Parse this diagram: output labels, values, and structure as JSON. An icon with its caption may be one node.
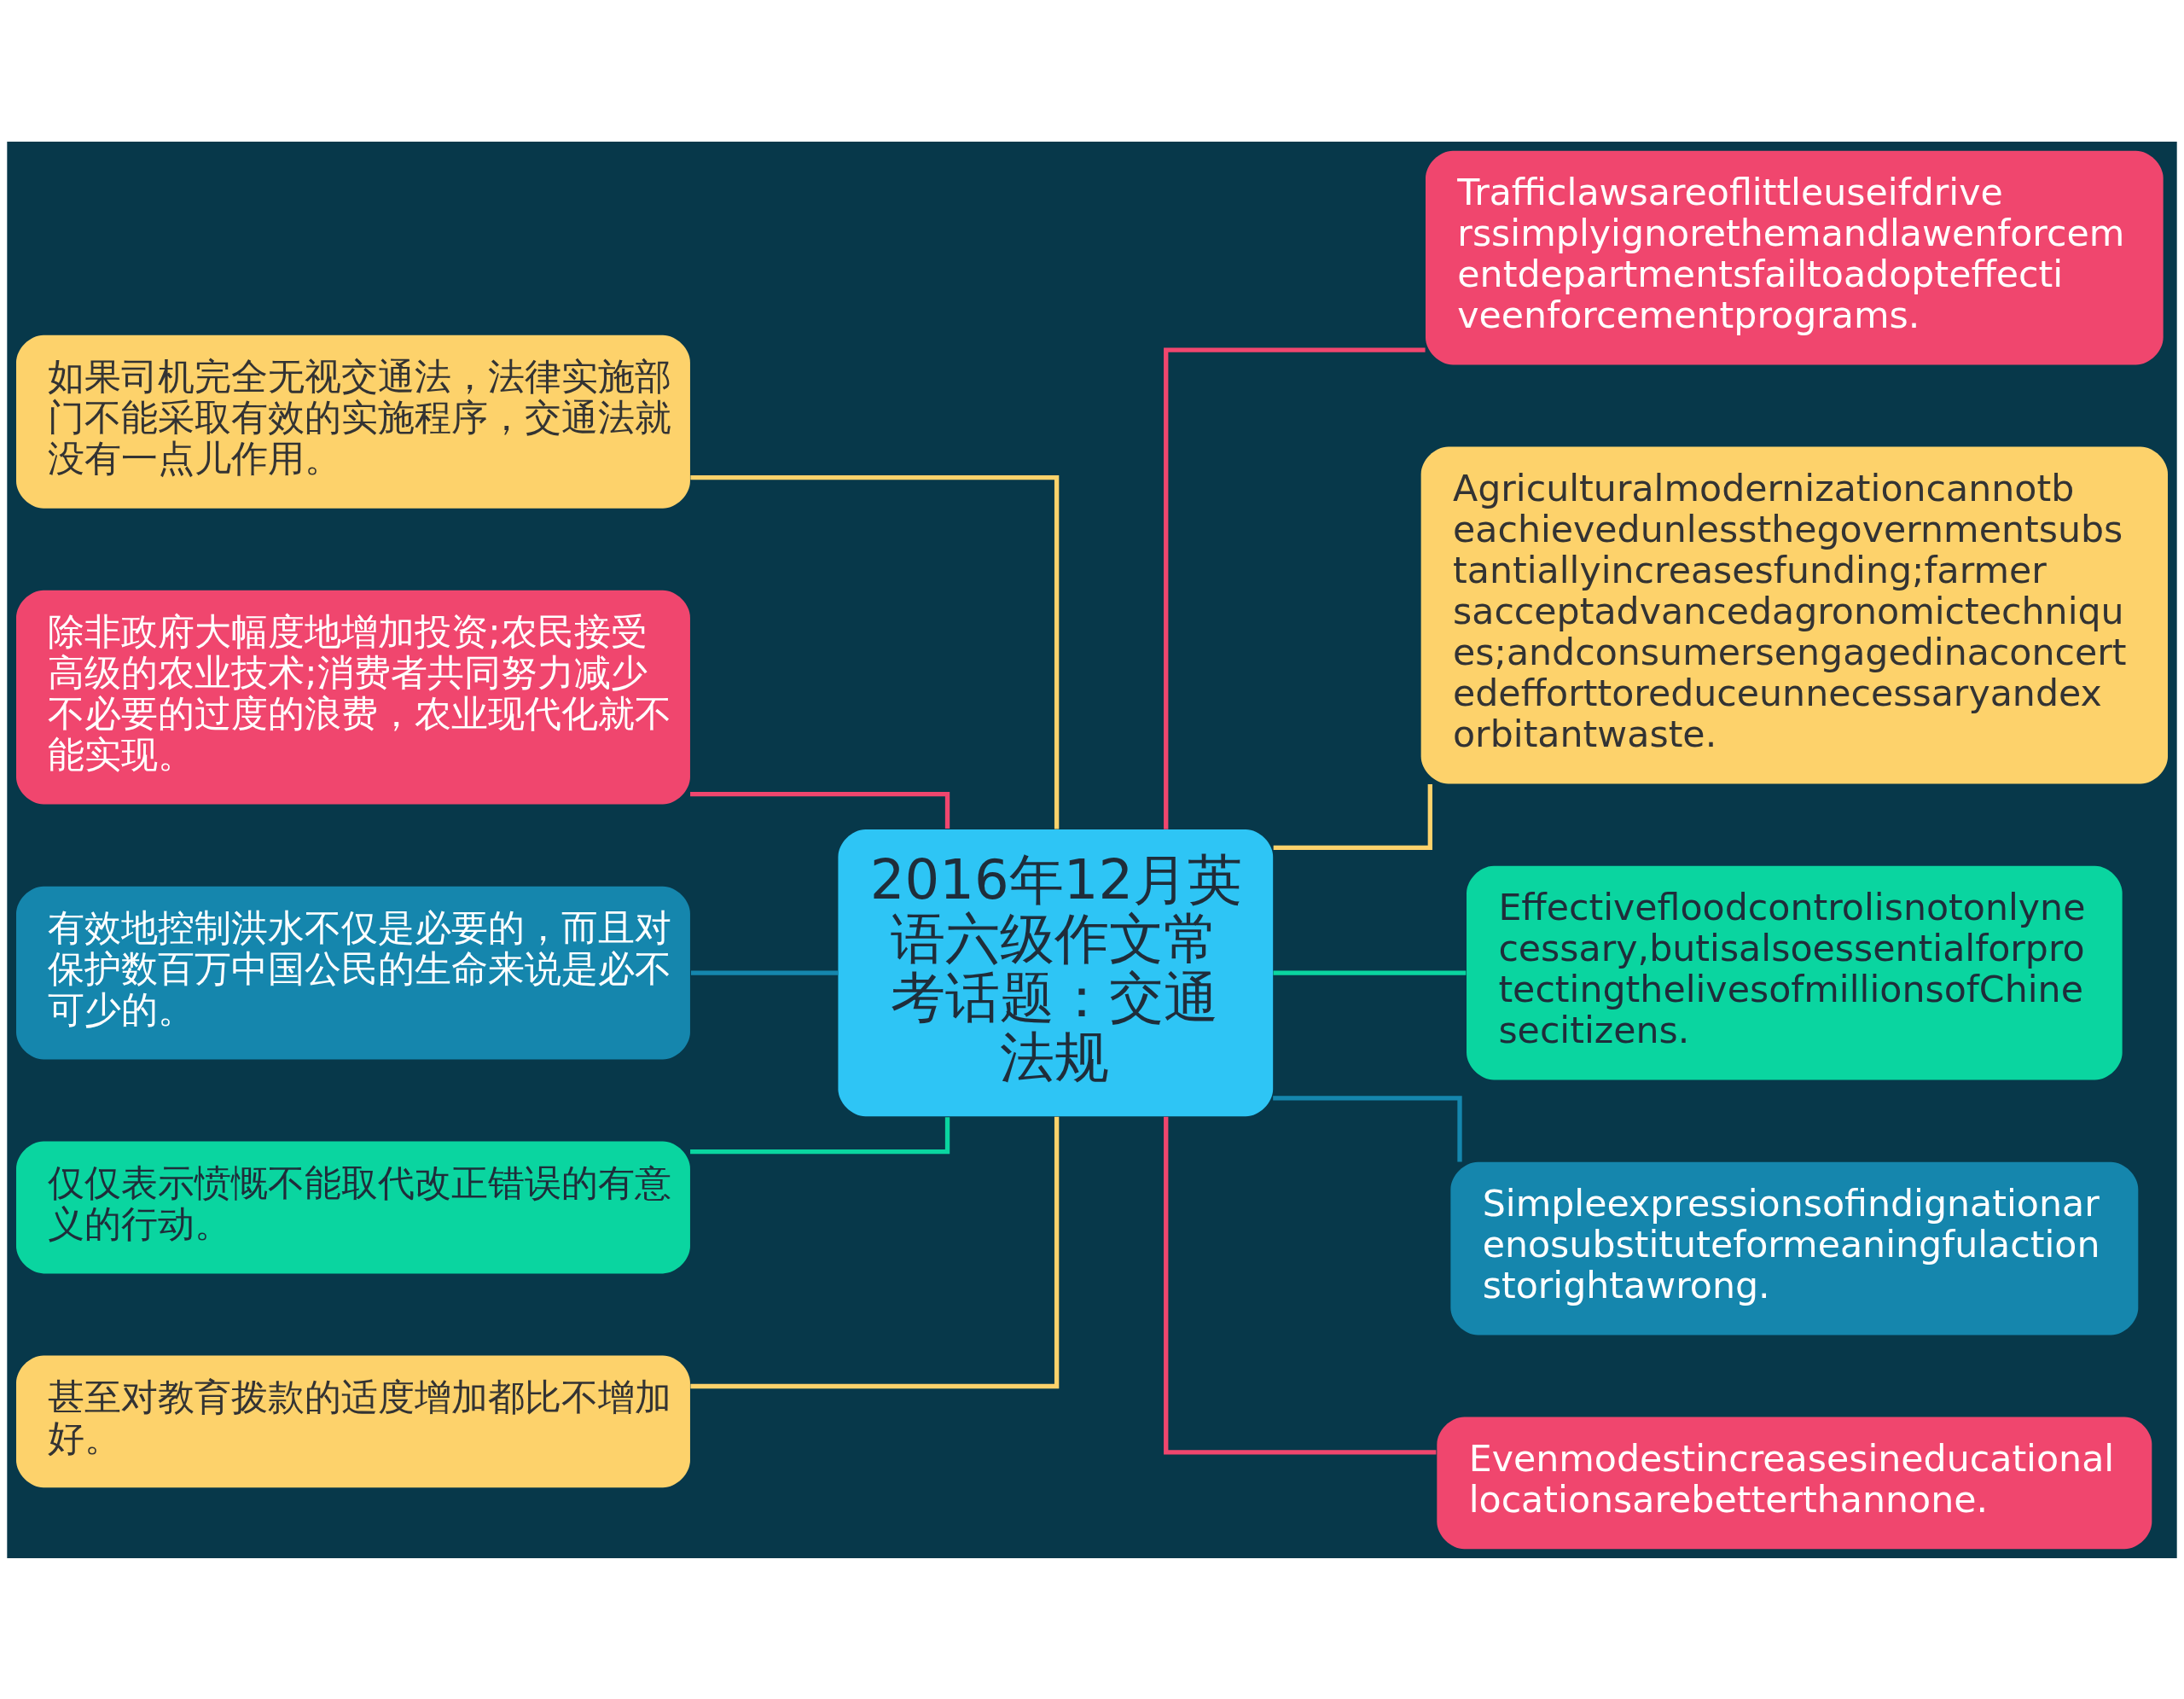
{
  "diagram": {
    "nodes": [
      {
        "text": [
          "2016年12月英语六级作文常考话题：交通法规"
        ]
      },
      {
        "text": [
          "如果司机完全无视交通法，法律实施部门不能采取有效的实施程序，交通法就没有一点儿作用。"
        ]
      },
      {
        "text": [
          "除非政府大幅度地增加投资;农民接受高级的农业技术;消费者共同努力减少不必要的过度的浪费，农业现代化就不能实现。"
        ]
      },
      {
        "text": [
          "有效地控制洪水不仅是必要的，而且对保护数百万中国公民的生命来说是必不可少的。"
        ]
      },
      {
        "text": [
          "仅仅表示愤慨不能取代改正错误的有意义的行动。"
        ]
      },
      {
        "text": [
          "甚至对教育拨款的适度增加都比不增加好。"
        ]
      },
      {
        "text": [
          "Trafficlawsareoflittleuseifdriverssimplyignorethemandlawenforcementdepartmentsfailtoadopteffectiveenforcementprograms."
        ]
      },
      {
        "text": [
          "Agriculturalmodernizationcannotbeachievedunlessthegovernmentsubstantiallyincreasesfunding;farmersacceptadvancedagronomictechniques;andconsumersengagedinaconcertedefforttoreduceunnecessaryandexorbitantwaste."
        ]
      },
      {
        "text": [
          "Effectivefloodcontrolisnotonlynecessary,butisalsoessentialforprotectingthelivesofmillionsofChinesecitizens."
        ]
      },
      {
        "text": [
          "Simpleexpressionsofindignationarenosubstituteformeaningfulactionstorightawrong."
        ]
      },
      {
        "text": [
          "Evenmodestincreasesineducationallocationsarebetterthannone."
        ]
      }
    ],
    "edges": [
      {
        "from": 0,
        "to": 1,
        "arrow": "none",
        "color": "#fdd26b"
      },
      {
        "from": 0,
        "to": 2,
        "arrow": "none",
        "color": "#f0466e"
      },
      {
        "from": 0,
        "to": 3,
        "arrow": "none",
        "color": "#1586ad"
      },
      {
        "from": 0,
        "to": 4,
        "arrow": "none",
        "color": "#0ad5a0"
      },
      {
        "from": 0,
        "to": 5,
        "arrow": "none",
        "color": "#fdd26b"
      },
      {
        "from": 0,
        "to": 6,
        "arrow": "none",
        "color": "#f0466e"
      },
      {
        "from": 0,
        "to": 7,
        "arrow": "none",
        "color": "#fdd26b"
      },
      {
        "from": 0,
        "to": 8,
        "arrow": "none",
        "color": "#0ad5a0"
      },
      {
        "from": 0,
        "to": 9,
        "arrow": "none",
        "color": "#1586ad"
      },
      {
        "from": 0,
        "to": 10,
        "arrow": "none",
        "color": "#f0466e"
      }
    ]
  }
}
